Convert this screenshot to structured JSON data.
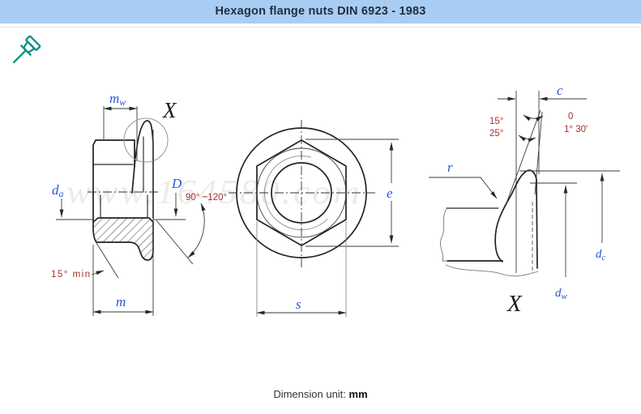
{
  "header": {
    "title": "Hexagon flange nuts DIN 6923 - 1983"
  },
  "watermark": "www.164580.com",
  "footer": {
    "label": "Dimension unit:",
    "unit": "mm"
  },
  "views": {
    "side": {
      "dims": {
        "mw_base": "m",
        "mw_sub": "w",
        "da_base": "d",
        "da_sub": "a",
        "D": "D",
        "m": "m"
      },
      "angles": {
        "countersink": "90° ~120°",
        "flange_min": "15° min"
      },
      "detail_mark": "X"
    },
    "front": {
      "dims": {
        "e": "e",
        "s": "s"
      }
    },
    "detail": {
      "title": "X",
      "dims": {
        "c": "c",
        "r": "r",
        "dc_base": "d",
        "dc_sub": "c",
        "dw_base": "d",
        "dw_sub": "w"
      },
      "angles": {
        "a15": "15°",
        "a25": "25°",
        "a0": "0",
        "a130": "1° 30'"
      }
    }
  },
  "icons": {
    "pushpin": "pushpin-icon"
  },
  "colors": {
    "header_bg": "#a9cdf2",
    "dim_label": "#2b55d6",
    "angle_label": "#a33131",
    "line": "#222222",
    "teal_icon": "#00917f",
    "watermark": "#edebe7"
  }
}
